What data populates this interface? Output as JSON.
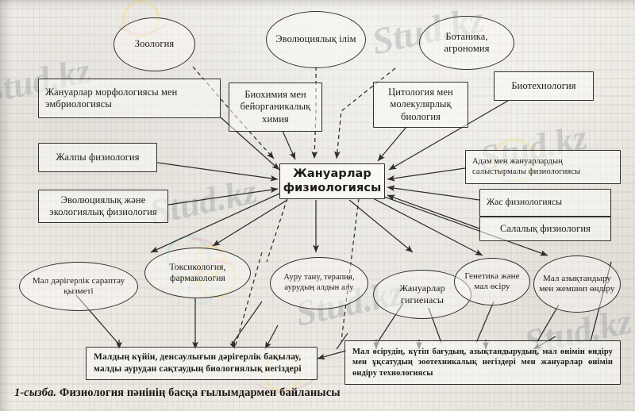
{
  "document": {
    "caption_number": "1-сызба.",
    "caption_text": "Физиология пәнінің басқа ғылымдармен байланысы",
    "watermarks": [
      "Stud.kz",
      "Stud.kz",
      "Stud.kz",
      "Stud.kz",
      "Stud.kz",
      "Stud.kz"
    ]
  },
  "diagram": {
    "center": {
      "label": "Жануарлар физиологиясы",
      "shape": "box"
    },
    "top_nodes": [
      {
        "id": "zoologiya",
        "label": "Зоология",
        "shape": "ellipse"
      },
      {
        "id": "evolyuciyalyk-ilim",
        "label": "Эволюциялық ілім",
        "shape": "ellipse"
      },
      {
        "id": "botanika-agronomiya",
        "label": "Ботаника, агрономия",
        "shape": "ellipse"
      }
    ],
    "upper_boxes": [
      {
        "id": "morfologiya-embriologiya",
        "label": "Жануарлар морфологиясы мен эмбриологиясы",
        "shape": "box"
      },
      {
        "id": "biohimiya",
        "label": "Биохимия мен бейорганикалық химия",
        "shape": "box"
      },
      {
        "id": "citologiya",
        "label": "Цитология мен молекулярлық биология",
        "shape": "box"
      },
      {
        "id": "biotehnologiya",
        "label": "Биотехнология",
        "shape": "box"
      }
    ],
    "left_boxes": [
      {
        "id": "jalpy-fiziologiya",
        "label": "Жалпы физиология",
        "shape": "box"
      },
      {
        "id": "evolyuciyalyk-ekologiyalyk",
        "label": "Эволюциялық және экологиялық физиология",
        "shape": "box"
      }
    ],
    "right_boxes": [
      {
        "id": "adam-zhanuar-salystyrmaly",
        "label": "Адам мен жануарлардың салыстырмалы физиологиясы",
        "shape": "box"
      },
      {
        "id": "jas-fiziologiyasy",
        "label": "Жас физиологиясы",
        "shape": "box"
      },
      {
        "id": "salalyk-fiziologiya",
        "label": "Салалық физиология",
        "shape": "box"
      }
    ],
    "bottom_ellipses": [
      {
        "id": "mal-darigerlik",
        "label": "Мал дәрігерлік сараптау қызметі",
        "shape": "ellipse"
      },
      {
        "id": "toksikologiya",
        "label": "Токсикология, фармакология",
        "shape": "ellipse"
      },
      {
        "id": "auru-tanu",
        "label": "Ауру тану, терапия, аурудың алдын алу",
        "shape": "ellipse"
      },
      {
        "id": "zhanuarlar-gigienasy",
        "label": "Жануарлар гигиенасы",
        "shape": "ellipse"
      },
      {
        "id": "genetika-mal-osiru",
        "label": "Генетика және мал өсіру",
        "shape": "ellipse"
      },
      {
        "id": "mal-azyktandyru",
        "label": "Мал азықтандыру мен жемшөп өндіру",
        "shape": "ellipse"
      }
    ],
    "bottom_boxes": [
      {
        "id": "bottom-left",
        "label": "Малдың күйін, денсаулығын дәрігерлік бақылау, малды аурудан сақтаудың биологиялық негіздері",
        "shape": "box"
      },
      {
        "id": "bottom-right",
        "label": "Мал өсірудің, күтіп бағудың, азықтандырудың, мал өнімін өндіру мен ұқсатудың зоотехникалық негіздері мен жануарлар өнімін өндіру технологиясы",
        "shape": "box"
      }
    ],
    "colors": {
      "stroke": "#32302c",
      "text": "#1d1b18",
      "paper": "#eeece7",
      "watermark": "#6c7482"
    }
  }
}
